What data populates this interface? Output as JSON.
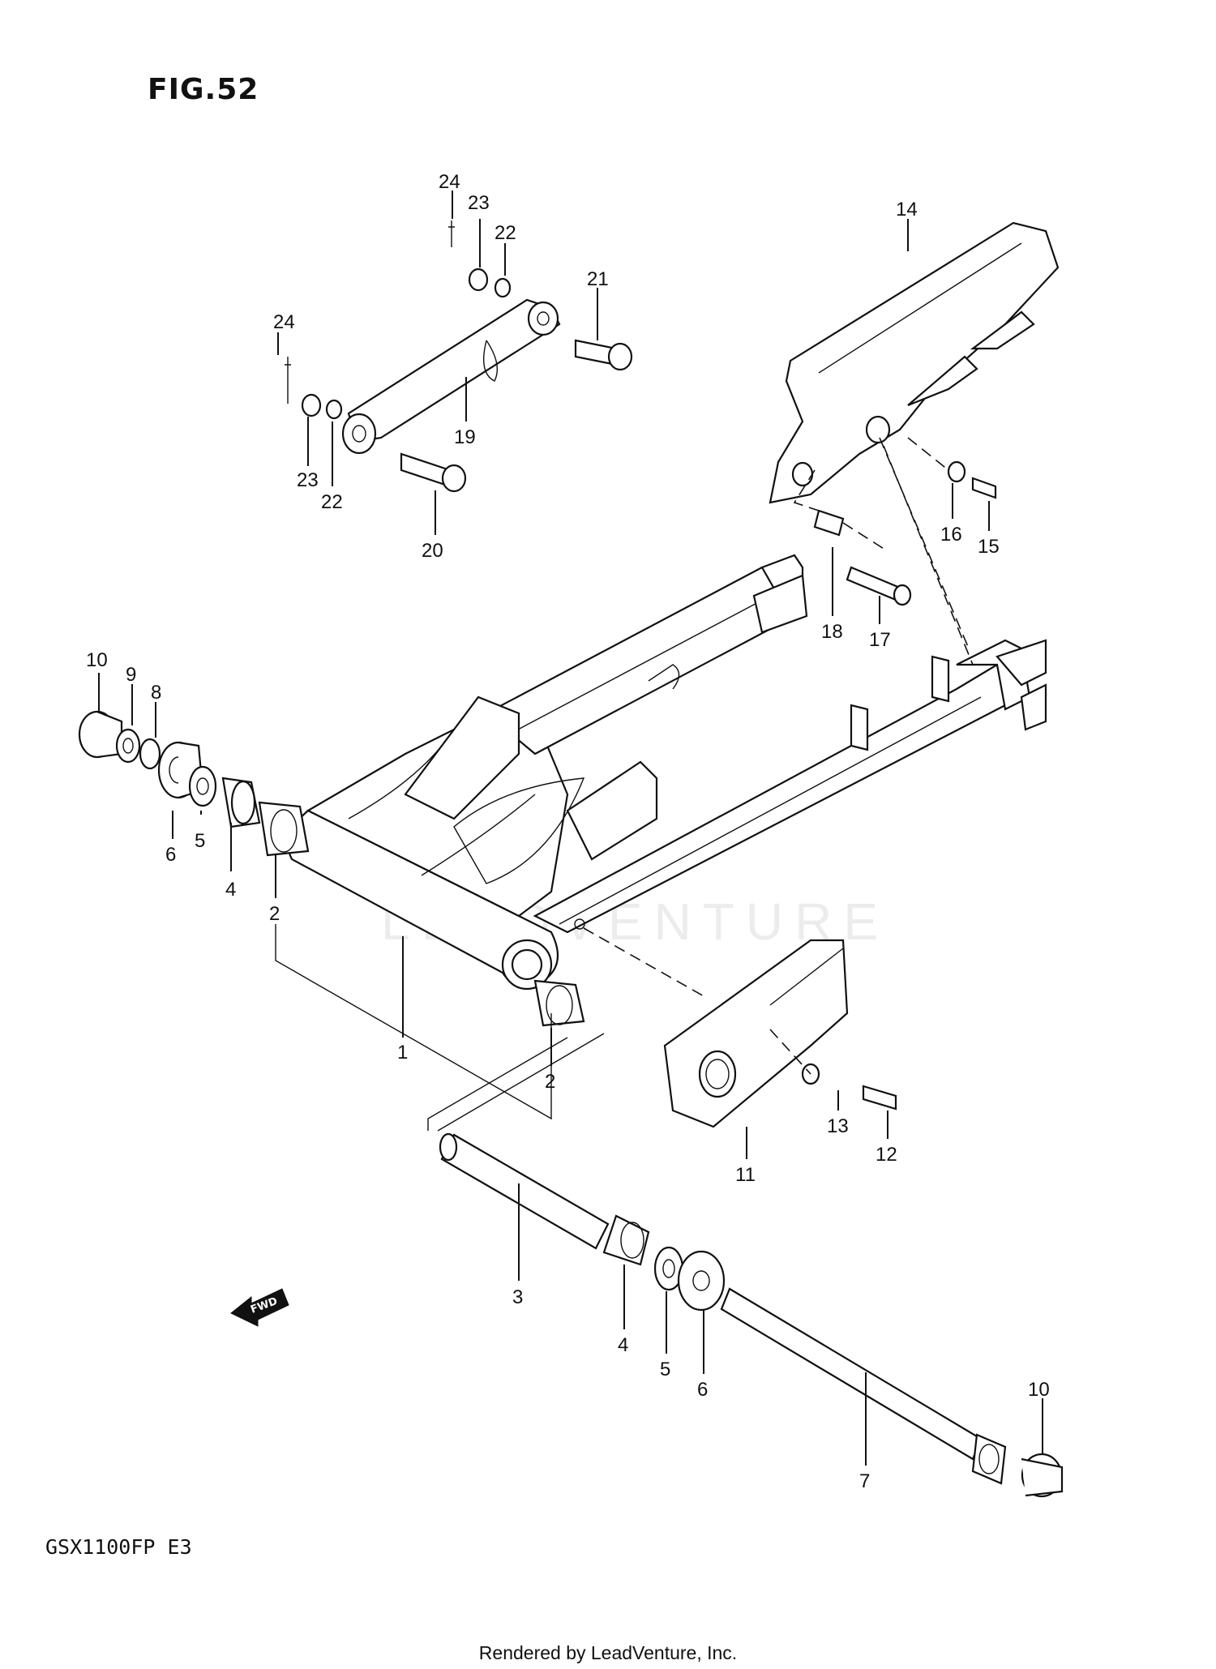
{
  "figure_title": "FIG.52",
  "model_code": "GSX1100FP  E3",
  "footer": "Rendered by LeadVenture, Inc.",
  "watermark": "LEADVENTURE",
  "fwd_label": "FWD",
  "callouts": {
    "c1": "1",
    "c2a": "2",
    "c2b": "2",
    "c3": "3",
    "c4a": "4",
    "c4b": "4",
    "c5a": "5",
    "c5b": "5",
    "c6a": "6",
    "c6b": "6",
    "c7": "7",
    "c8": "8",
    "c9": "9",
    "c10a": "10",
    "c10b": "10",
    "c11": "11",
    "c12": "12",
    "c13": "13",
    "c14": "14",
    "c15": "15",
    "c16": "16",
    "c17": "17",
    "c18": "18",
    "c19": "19",
    "c20": "20",
    "c21": "21",
    "c22a": "22",
    "c22b": "22",
    "c23a": "23",
    "c23b": "23",
    "c24a": "24",
    "c24b": "24"
  }
}
